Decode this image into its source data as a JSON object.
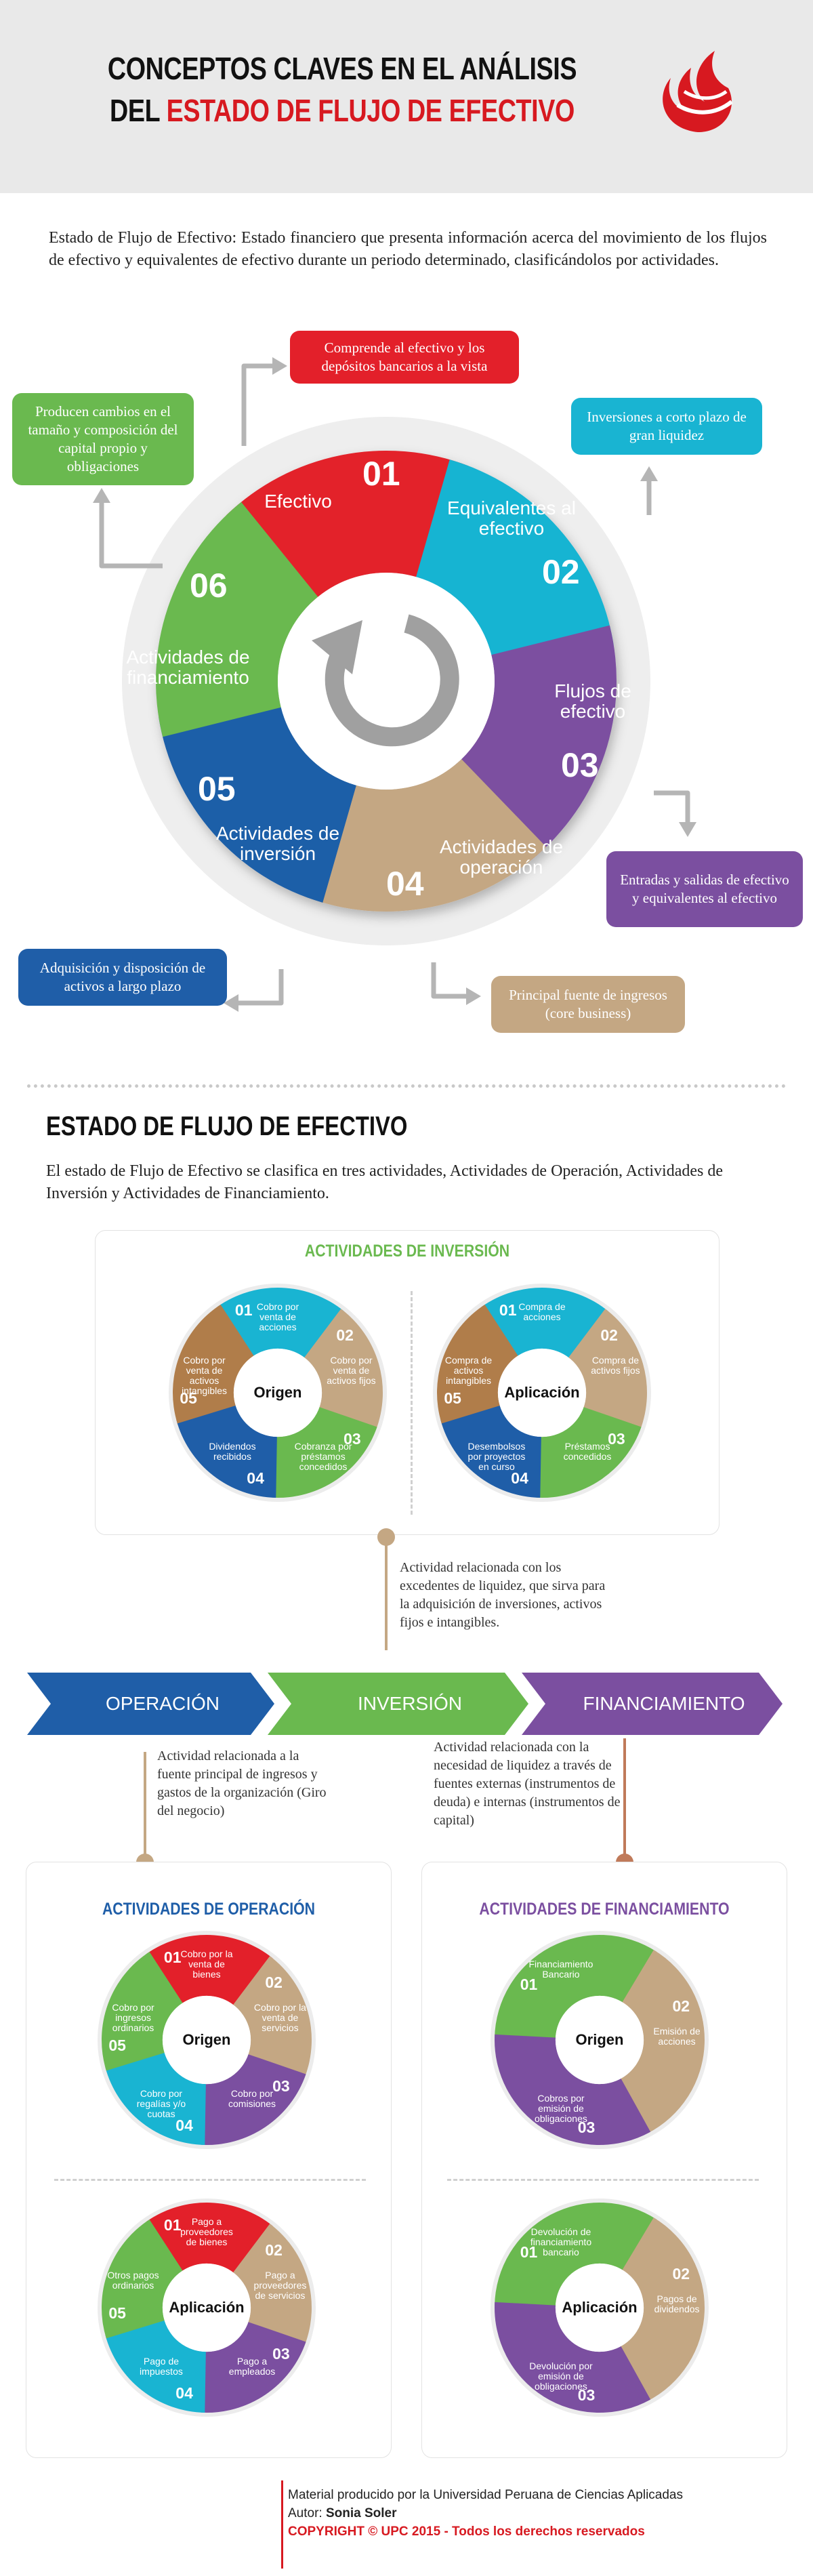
{
  "header": {
    "title_line1": "CONCEPTOS CLAVES EN EL ANÁLISIS",
    "title_line2_prefix": "DEL",
    "title_line2_highlight": "ESTADO DE FLUJO DE EFECTIVO",
    "logo": "upc-flame-logo"
  },
  "intro": {
    "term": "Estado de Flujo de Efectivo",
    "definition": ": Estado financiero que presenta información acerca del movimiento de los flujos de efectivo y equivalentes de efectivo durante un periodo determinado, clasificándolos por actividades."
  },
  "cycle": {
    "segments": [
      {
        "num": "01",
        "label": "Efectivo",
        "color": "#e3202a"
      },
      {
        "num": "02",
        "label": "Equivalentes al efectivo",
        "color": "#19b4d2"
      },
      {
        "num": "03",
        "label": "Flujos de efectivo",
        "color": "#7b4fa0"
      },
      {
        "num": "04",
        "label": "Actividades de operación",
        "color": "#c4a783"
      },
      {
        "num": "05",
        "label": "Actividades de inversión",
        "color": "#1f5ea8"
      },
      {
        "num": "06",
        "label": "Actividades de financiamiento",
        "color": "#6ab94f"
      }
    ],
    "callouts": {
      "c01": "Comprende al efectivo y los depósitos bancarios a la vista",
      "c02": "Inversiones a corto plazo de gran liquidez",
      "c03": "Entradas y salidas de efectivo y equivalentes al efectivo",
      "c04": "Principal fuente de ingresos (core business)",
      "c05": "Adquisición y disposición de activos a largo plazo",
      "c06": "Producen cambios en el tamaño y composición del capital propio y obligaciones"
    }
  },
  "section2": {
    "title": "ESTADO DE FLUJO DE EFECTIVO",
    "description": "El estado de Flujo de Efectivo se clasifica en tres actividades, Actividades de Operación, Actividades de Inversión y Actividades de Financiamiento."
  },
  "inversion": {
    "title": "ACTIVIDADES DE INVERSIÓN",
    "origen": {
      "center": "Origen",
      "items": [
        {
          "num": "01",
          "label": "Cobro por venta de acciones"
        },
        {
          "num": "02",
          "label": "Cobro por venta de activos fijos"
        },
        {
          "num": "03",
          "label": "Cobranza por préstamos concedidos"
        },
        {
          "num": "04",
          "label": "Dividendos recibidos"
        },
        {
          "num": "05",
          "label": "Cobro por venta de activos intangibles"
        }
      ]
    },
    "aplicacion": {
      "center": "Aplicación",
      "items": [
        {
          "num": "01",
          "label": "Compra de acciones"
        },
        {
          "num": "02",
          "label": "Compra de activos fijos"
        },
        {
          "num": "03",
          "label": "Préstamos concedidos"
        },
        {
          "num": "04",
          "label": "Desembolsos por proyectos en curso"
        },
        {
          "num": "05",
          "label": "Compra de activos intangibles"
        }
      ]
    }
  },
  "arrows": {
    "operacion": "OPERACIÓN",
    "inversion": "INVERSIÓN",
    "financiamiento": "FINANCIAMIENTO",
    "inversion_desc": "Actividad relacionada con los excedentes de liquidez, que sirva para la adquisición de inversiones, activos fijos e intangibles.",
    "operacion_desc": "Actividad relacionada a la fuente principal de ingresos y gastos de la organización (Giro del negocio)",
    "financiamiento_desc": "Actividad relacionada con la necesidad de liquidez a través de fuentes externas (instrumentos de deuda) e internas (instrumentos de capital)"
  },
  "operacion": {
    "title": "ACTIVIDADES DE OPERACIÓN",
    "origen": {
      "center": "Origen",
      "items": [
        {
          "num": "01",
          "label": "Cobro por la venta de bienes"
        },
        {
          "num": "02",
          "label": "Cobro por la venta de servicios"
        },
        {
          "num": "03",
          "label": "Cobro por comisiones"
        },
        {
          "num": "04",
          "label": "Cobro por regalías y/o cuotas"
        },
        {
          "num": "05",
          "label": "Cobro por ingresos ordinarios"
        }
      ]
    },
    "aplicacion": {
      "center": "Aplicación",
      "items": [
        {
          "num": "01",
          "label": "Pago a proveedores de bienes"
        },
        {
          "num": "02",
          "label": "Pago a proveedores de servicios"
        },
        {
          "num": "03",
          "label": "Pago a empleados"
        },
        {
          "num": "04",
          "label": "Pago de impuestos"
        },
        {
          "num": "05",
          "label": "Otros pagos ordinarios"
        }
      ]
    }
  },
  "financiamiento": {
    "title": "ACTIVIDADES DE FINANCIAMIENTO",
    "origen": {
      "center": "Origen",
      "items": [
        {
          "num": "01",
          "label": "Financiamiento Bancario"
        },
        {
          "num": "02",
          "label": "Emisión de acciones"
        },
        {
          "num": "03",
          "label": "Cobros por emisión de obligaciones"
        }
      ]
    },
    "aplicacion": {
      "center": "Aplicación",
      "items": [
        {
          "num": "01",
          "label": "Devolución de financiamiento bancario"
        },
        {
          "num": "02",
          "label": "Pagos de dividendos"
        },
        {
          "num": "03",
          "label": "Devolución por emisión de obligaciones"
        }
      ]
    }
  },
  "footer": {
    "line1": "Material producido por la Universidad Peruana de Ciencias Aplicadas",
    "author_prefix": "Autor: ",
    "author": "Sonia Soler",
    "copyright": "COPYRIGHT © UPC 2015 - Todos los derechos reservados"
  }
}
